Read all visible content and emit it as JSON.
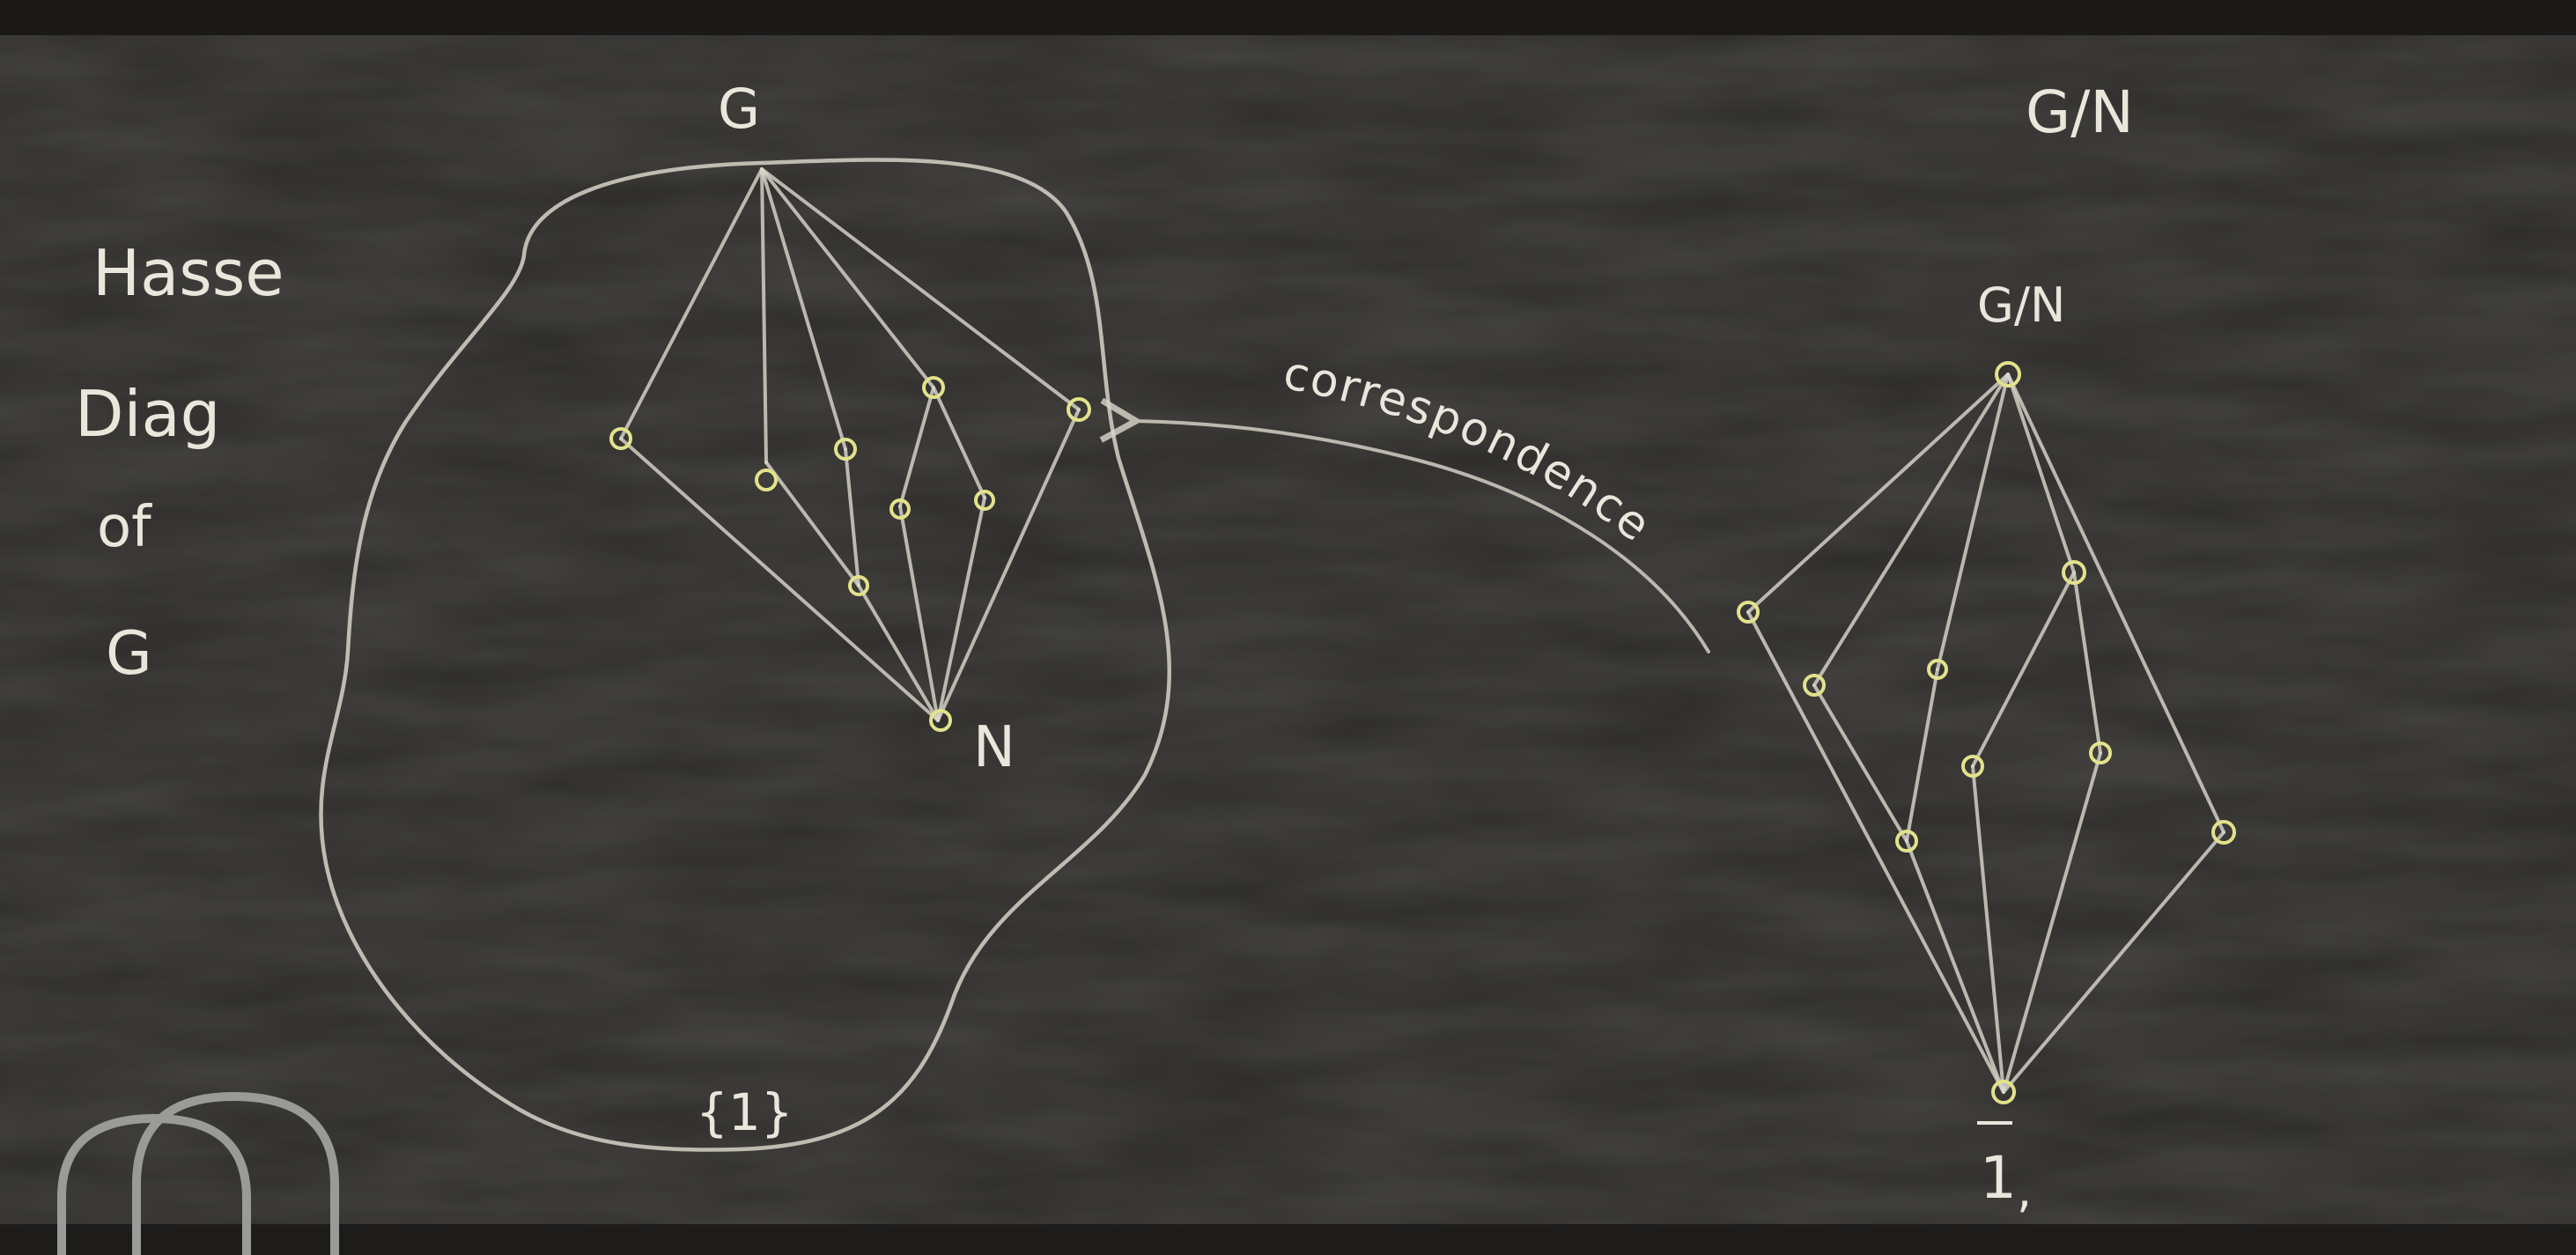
{
  "side_note": [
    "Hasse",
    "Diag",
    "of",
    "G"
  ],
  "left_diagram": {
    "top_label": "G",
    "normal_label": "N",
    "bottom_label": "{1}"
  },
  "arrow_label": "correspondence",
  "right_diagram": {
    "header_label": "G/N",
    "top_label": "G/N",
    "bottom_label": "1",
    "bottom_trailing": ","
  },
  "colors": {
    "board": "#2b2a28",
    "chalk": "#e9e6dc",
    "node_chalk": "#e3e28c"
  }
}
